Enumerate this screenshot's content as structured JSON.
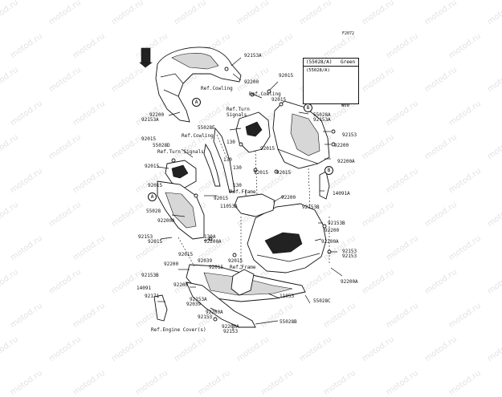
{
  "watermark": "motod.ru",
  "diagram_code": "F2072",
  "front_tag": "FRONT",
  "legend": {
    "code": "(55028/A)",
    "color": "Green",
    "sub_code": "(55028/A)",
    "under_label": "W00"
  },
  "callouts": [
    "A",
    "A",
    "B",
    "B"
  ],
  "labels": {
    "l92153A_top": "92153A",
    "l92200_top": "92200",
    "lRefCowling1": "Ref.Cowling",
    "l92015_a": "92015",
    "lRefCowling2": "Ref.Cowling",
    "l92015_b": "92015",
    "l92200_left": "92200",
    "l92153A_left": "92153A",
    "lRefTurnSignals_r": "Ref.Turn\nSignals",
    "l55028E": "55028E",
    "l55028A": "55028A",
    "l92153A_r": "92153A",
    "l92015_c": "92015",
    "lRefCowling3": "Ref.Cowling",
    "l55028D": "55028D",
    "lRefTurnSignals_l": "Ref.Turn Signals",
    "l130_a": "130",
    "l130_b": "130",
    "l130_c": "130",
    "l92015_d": "92015",
    "l92015_e": "92015",
    "l92015_f": "92015",
    "l92015_g": "92015",
    "l92015_h": "92015",
    "l92153_r1": "92153",
    "l92200_r1": "92200",
    "l92200A_r1": "92200A",
    "l130_d": "130",
    "lRefFrame1": "Ref.Frame",
    "l14091A": "14091A",
    "l92200_mid": "92200",
    "l92015_i": "92015",
    "l11053A": "11053A",
    "l92153B_a": "92153B",
    "l55028": "55028",
    "l92200A_l": "92200A",
    "l92153B_r": "92153B",
    "l92153_l": "92153",
    "l92015_j": "92015",
    "l92200_r2": "92200",
    "l130A": "130A",
    "l92200A_m": "92200A",
    "l92200A_r2": "92200A",
    "l92015_k": "92015",
    "l92153_r2": "92153",
    "l92153_r3": "92153",
    "l92200_l2": "92200",
    "l92039_a": "92039",
    "l92015_l": "92015",
    "l92015_m": "92015",
    "lRefFrame2": "Ref.Frame",
    "l92153B_l": "92153B",
    "l92200A_r3": "92200A",
    "l14091": "14091",
    "l92200_l3": "92200",
    "l92171": "92171",
    "l92153A_b": "92153A",
    "l92039_b": "92039",
    "l11053": "11053",
    "l55028C": "55028C",
    "l92200A_b": "92200A",
    "l92153_b": "92153",
    "l55028B": "55028B",
    "l92200A_bb": "92200A",
    "lRefEngineCover": "Ref.Engine Cover(s)",
    "l92153_bb": "92153"
  }
}
